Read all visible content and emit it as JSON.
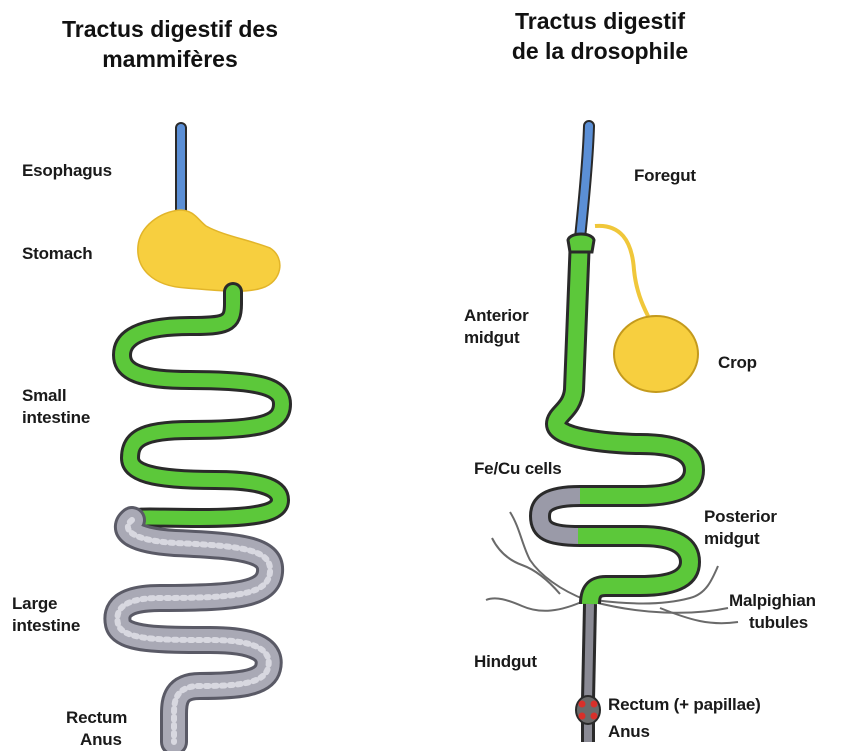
{
  "titles": {
    "mammal": [
      "Tractus digestif des",
      "mammifères"
    ],
    "drosophila": [
      "Tractus digestif",
      "de la drosophile"
    ]
  },
  "mammal_labels": {
    "esophagus": "Esophagus",
    "stomach": "Stomach",
    "small_intestine": [
      "Small",
      "intestine"
    ],
    "large_intestine": [
      "Large",
      "intestine"
    ],
    "rectum": "Rectum",
    "anus": "Anus"
  },
  "fly_labels": {
    "foregut": "Foregut",
    "anterior_midgut": [
      "Anterior",
      "midgut"
    ],
    "crop": "Crop",
    "fecu_cells": "Fe/Cu cells",
    "posterior_midgut": [
      "Posterior",
      "midgut"
    ],
    "malpighian_tubules": [
      "Malpighian",
      "tubules"
    ],
    "hindgut": "Hindgut",
    "rectum": "Rectum (+ papillae)",
    "anus": "Anus"
  },
  "colors": {
    "esophagus_blue": "#5b8fd6",
    "stomach_yellow": "#f7cf3f",
    "midgut_green": "#5cc83a",
    "large_intestine_grey": "#a9a9b5",
    "outline": "#2a2a2a",
    "papillae_red": "#d9302a"
  }
}
